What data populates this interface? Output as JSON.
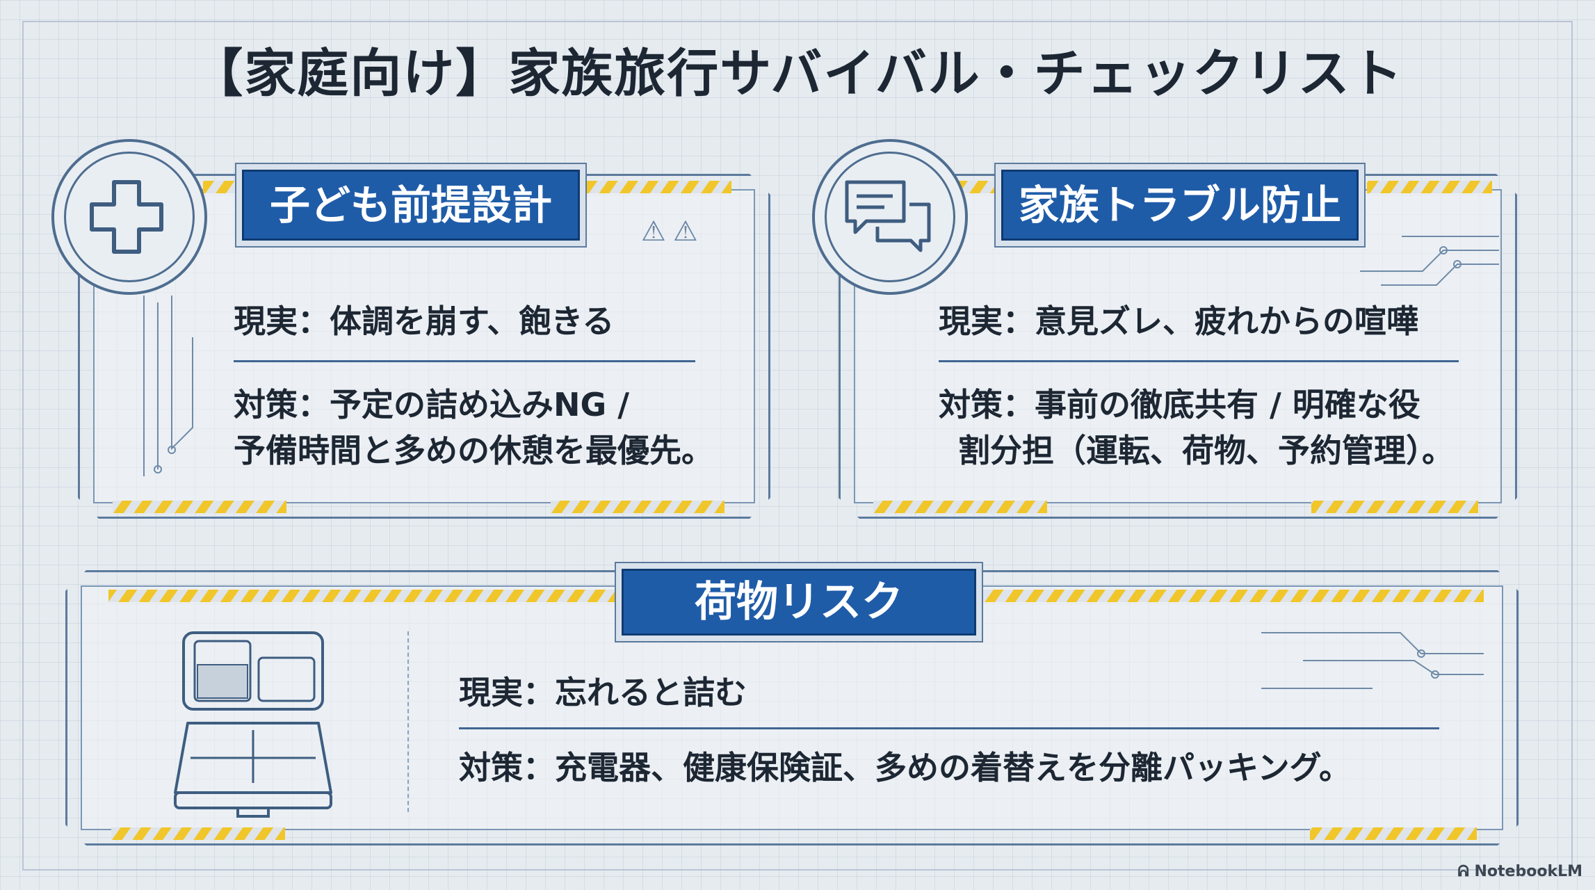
{
  "title": "【家庭向け】家族旅行サバイバル・チェックリスト",
  "panels": {
    "kids": {
      "header": "子ども前提設計",
      "fact": "現実：体調を崩す、飽きる",
      "measure_line1": "対策：予定の詰め込みNG /",
      "measure_line2": "予備時間と多めの休憩を最優先。",
      "icon": "medical-cross-icon"
    },
    "family": {
      "header": "家族トラブル防止",
      "fact": "現実：意見ズレ、疲れからの喧嘩",
      "measure_line1": "対策：事前の徹底共有 / 明確な役",
      "measure_line2": "割分担（運転、荷物、予約管理）。",
      "icon": "speech-bubbles-icon"
    },
    "luggage": {
      "header": "荷物リスク",
      "fact": "現実：忘れると詰む",
      "measure": "対策：充電器、健康保険証、多めの着替えを分離パッキング。",
      "icon": "suitcase-icon"
    }
  },
  "watermark": "NotebookLM",
  "colors": {
    "header_bg": "#1f5ca8",
    "stripe": "#f0c62a",
    "frame": "#5c7a9c",
    "background": "#e6ebf0"
  }
}
